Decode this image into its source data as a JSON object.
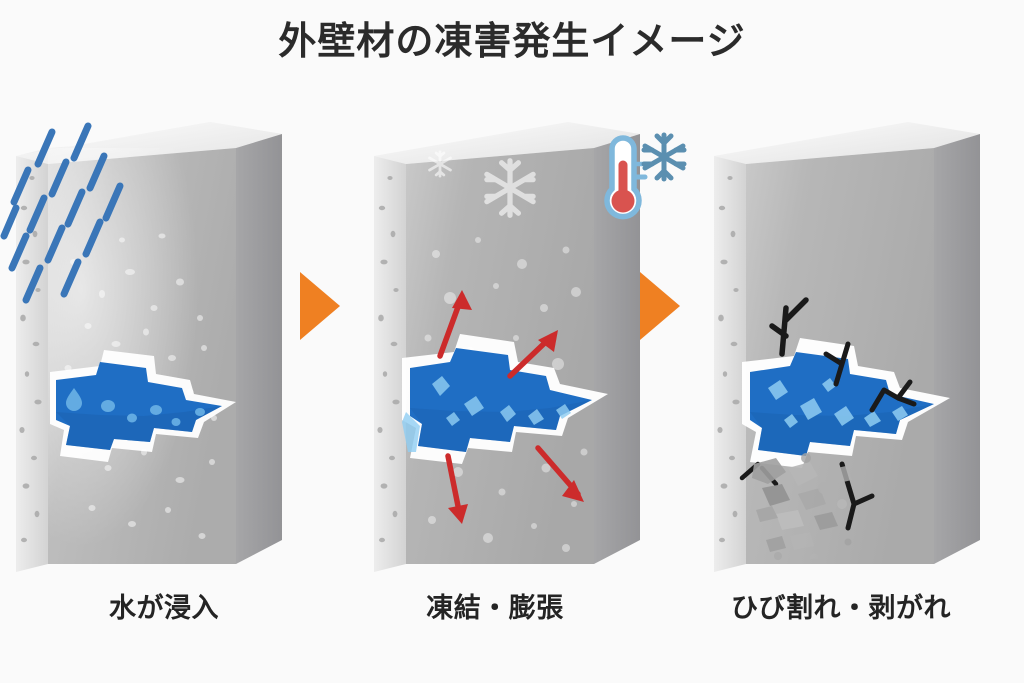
{
  "figure": {
    "title": "外壁材の凍害発生イメージ",
    "background_color": "#fafafa",
    "title_color": "#2b2b2b"
  },
  "palette": {
    "wall_face": "#b4b4b4",
    "wall_face_light": "#c6c6c6",
    "wall_top": "#f0f0f0",
    "wall_side": "#9a9a9c",
    "wall_cut_edge": "#dcdcdc",
    "ice_blue": "#1f6ec4",
    "ice_blue_light": "#59a7e0",
    "ice_highlight": "#8fcdf2",
    "crack_outline": "#ffffff",
    "rain_blue": "#3a76b8",
    "arrow_orange": "#ef8022",
    "expand_arrow_red": "#cc2b2b",
    "crack_line_black": "#1a1a1a",
    "thermometer_outline": "#7fb8dc",
    "thermometer_mercury": "#d9534f",
    "snowflake_icon": "#5b8fb0",
    "debris_gray": "#9e9e9e"
  },
  "steps": [
    {
      "index": 1,
      "label": "水が浸入",
      "icons": [
        "rain-streaks",
        "water-droplets",
        "water-wedge"
      ],
      "description_elements": {
        "rain_streak_count": 13,
        "droplet_count": 6
      }
    },
    {
      "index": 2,
      "label": "凍結・膨張",
      "icons": [
        "snowflake-decoration",
        "thermometer-icon",
        "snowflake-icon",
        "expansion-arrows"
      ],
      "description_elements": {
        "expansion_arrow_count": 4,
        "wall_snowflake_count": 2,
        "ice_crystal_count": 6
      }
    },
    {
      "index": 3,
      "label": "ひび割れ・剥がれ",
      "icons": [
        "crack-lines",
        "spalling-debris",
        "ice-wedge"
      ],
      "description_elements": {
        "crack_branch_count": 4,
        "debris_chunk_count": 14
      }
    }
  ],
  "flow_arrows": [
    {
      "name": "arrow-step1-to-step2",
      "shape": "right-triangle",
      "color": "#ef8022"
    },
    {
      "name": "arrow-step2-to-step3",
      "shape": "right-triangle",
      "color": "#ef8022"
    }
  ],
  "cold_icons": {
    "thermometer": {
      "name": "thermometer-icon",
      "outline": "#7fb8dc",
      "mercury": "#d9534f"
    },
    "snowflake": {
      "name": "snowflake-icon",
      "color": "#5b8fb0"
    }
  }
}
